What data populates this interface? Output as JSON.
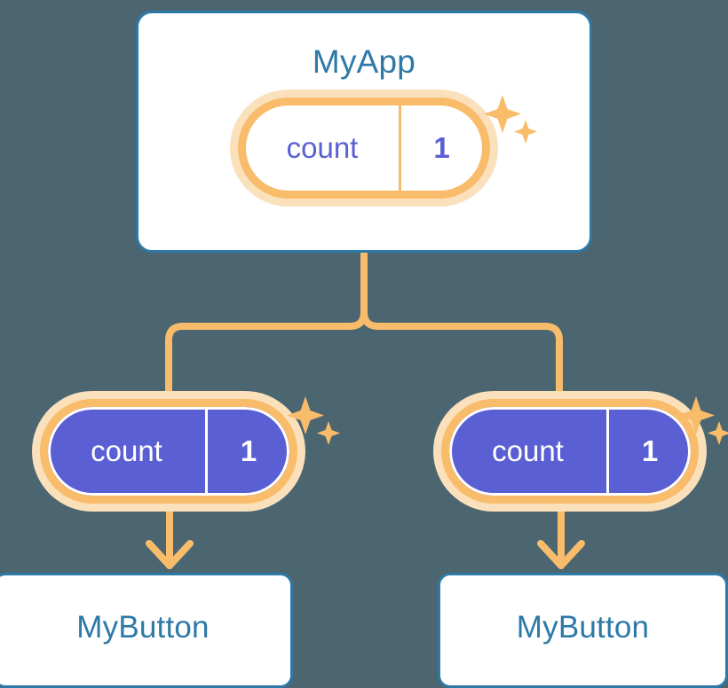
{
  "background_color": "#4b6670",
  "palette": {
    "card_border": "#2e79a8",
    "card_title": "#2d79a8",
    "accent_orange": "#f9bc6a",
    "accent_orange_halo": "#fae0bb",
    "state_purple": "#5b5fd4",
    "card_background": "#ffffff",
    "solid_pill_text": "#ffffff"
  },
  "diagram": {
    "type": "component-state-tree",
    "root": {
      "title": "MyApp",
      "state": {
        "key": "count",
        "value": "1"
      },
      "sparkle": "sparkle-icon"
    },
    "children": [
      {
        "state": {
          "key": "count",
          "value": "1"
        },
        "sparkle": "sparkle-icon",
        "title": "MyButton"
      },
      {
        "state": {
          "key": "count",
          "value": "1"
        },
        "sparkle": "sparkle-icon",
        "title": "MyButton"
      }
    ],
    "connectors": {
      "tree_color": "#f9bc6a",
      "arrow_color": "#f9bc6a"
    }
  }
}
